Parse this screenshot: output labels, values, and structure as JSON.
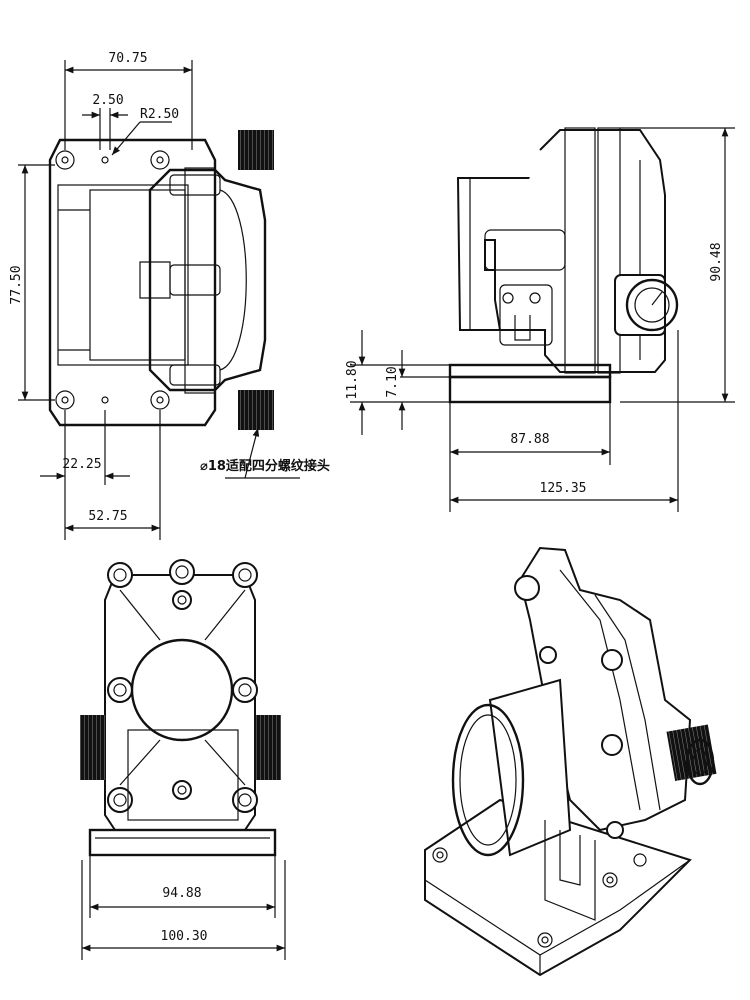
{
  "dimensions": {
    "top_width": "70.75",
    "small_hole": "2.50",
    "radius": "R2.50",
    "height_left": "77.50",
    "offset_1": "22.25",
    "offset_2": "52.75",
    "connector_note": "⌀18适配四分螺纹接头",
    "side_height": "90.48",
    "base_h1": "11.80",
    "base_h2": "7.10",
    "base_len": "87.88",
    "total_len": "125.35",
    "front_w1": "94.88",
    "front_w2": "100.30"
  },
  "icons": {
    "arrow": "dimension-arrow-icon"
  }
}
